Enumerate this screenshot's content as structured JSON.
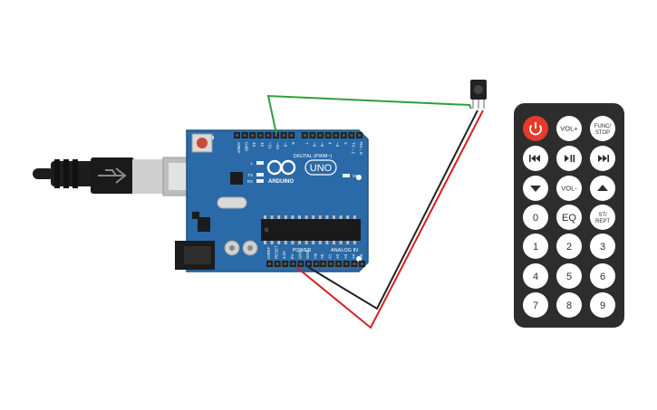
{
  "board": {
    "brand": "ARDUINO",
    "model": "UNO",
    "digital_label": "DIGITAL (PWM~)",
    "power_label": "POWER",
    "analog_label": "ANALOG IN",
    "on_label": "ON",
    "led_l_label": "L",
    "led_tx_label": "TX",
    "led_rx_label": "RX",
    "digital_pins": [
      "AREF",
      "GND",
      "13",
      "12",
      "~11",
      "~10",
      "~9",
      "8",
      "7",
      "~6",
      "~5",
      "4",
      "~3",
      "2",
      "TX→1",
      "RX←0"
    ],
    "power_pins": [
      "IOREF",
      "RESET",
      "3.3V",
      "5V",
      "GND",
      "GND",
      "Vin"
    ],
    "analog_pins": [
      "A0",
      "A1",
      "A2",
      "A3",
      "A4",
      "A5"
    ]
  },
  "colors": {
    "board": "#2a6aa8",
    "board_edge": "#1f5587",
    "header": "#222222",
    "wire_signal": "#2e9e3e",
    "wire_ground": "#222222",
    "wire_power": "#d42020",
    "remote_body": "#2d2d2d",
    "remote_button": "#ffffff",
    "power_button": "#e63a2a",
    "usb_cable": "#1d1d1d",
    "usb_plug": "#d8d8d8"
  },
  "remote": {
    "buttons": [
      {
        "id": "power",
        "label": "",
        "icon": "power-icon"
      },
      {
        "id": "vol-up",
        "label": "VOL+",
        "icon": ""
      },
      {
        "id": "func-stop",
        "label": "FUNC/\nSTOP",
        "icon": ""
      },
      {
        "id": "prev",
        "label": "",
        "icon": "skip-back-icon"
      },
      {
        "id": "play-pause",
        "label": "",
        "icon": "play-pause-icon"
      },
      {
        "id": "next",
        "label": "",
        "icon": "skip-forward-icon"
      },
      {
        "id": "down",
        "label": "",
        "icon": "arrow-down-icon"
      },
      {
        "id": "vol-down",
        "label": "VOL-",
        "icon": ""
      },
      {
        "id": "up",
        "label": "",
        "icon": "arrow-up-icon"
      },
      {
        "id": "zero",
        "label": "0",
        "icon": ""
      },
      {
        "id": "eq",
        "label": "EQ",
        "icon": ""
      },
      {
        "id": "st-rept",
        "label": "ST/\nREPT",
        "icon": ""
      },
      {
        "id": "one",
        "label": "1",
        "icon": ""
      },
      {
        "id": "two",
        "label": "2",
        "icon": ""
      },
      {
        "id": "three",
        "label": "3",
        "icon": ""
      },
      {
        "id": "four",
        "label": "4",
        "icon": ""
      },
      {
        "id": "five",
        "label": "5",
        "icon": ""
      },
      {
        "id": "six",
        "label": "6",
        "icon": ""
      },
      {
        "id": "seven",
        "label": "7",
        "icon": ""
      },
      {
        "id": "eight",
        "label": "8",
        "icon": ""
      },
      {
        "id": "nine",
        "label": "9",
        "icon": ""
      }
    ]
  }
}
